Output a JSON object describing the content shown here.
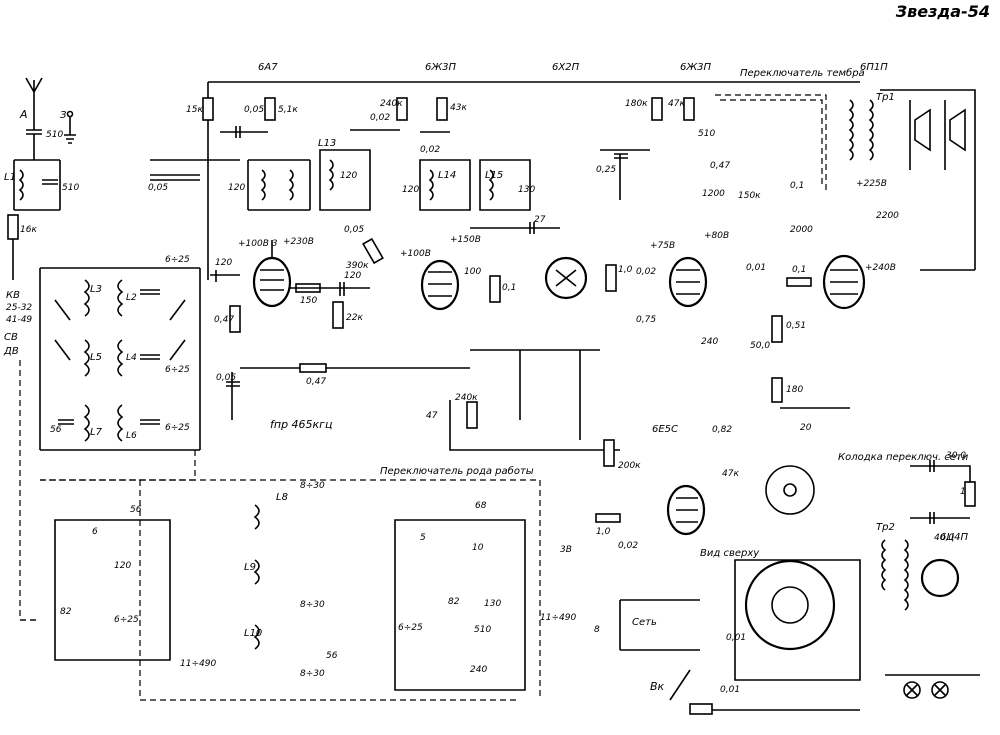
{
  "title": "Звезда-54",
  "tubes": [
    "6А7",
    "6Ж3П",
    "6Х2П",
    "6Ж3П",
    "6П1П",
    "6Е5С",
    "6Ц4П"
  ],
  "labels": {
    "antenna": "А",
    "ground": "З",
    "bands_kv": "КВ",
    "bands_kv_range1": "25-32",
    "bands_kv_range2": "41-49",
    "bands_sv": "СВ",
    "bands_dv": "ДВ",
    "if_freq": "fпр 465кгц",
    "tone_switch": "Переключатель тембра",
    "mode_switch": "Переключатель рода работы",
    "mains_block": "Колодка переключ. сети",
    "top_view": "Вид сверху",
    "mains": "Сеть",
    "switch": "Вк",
    "tr1": "Тр1",
    "tr2": "Тр2"
  },
  "values": {
    "c510a": "510",
    "c510b": "510",
    "r16k": "16к",
    "r15k": "15к",
    "c005a": "0,05",
    "r51k": "5,1к",
    "c120a": "120",
    "c120b": "120",
    "c0302": "+230В",
    "c120c": "120",
    "v100": "+100В 3",
    "r150": "150",
    "r22k": "22к",
    "c120d": "120",
    "c005b": "0,05",
    "r390k": "390к",
    "r047a": "0,47",
    "c005c": "0,05",
    "r047b": "0,47",
    "r240k": "240к",
    "c002a": "0,02",
    "r43k": "43к",
    "c002b": "0,02",
    "c120e": "120",
    "c130": "130",
    "v100b": "+100В",
    "v150": "+150В",
    "c27": "27",
    "c100": "100",
    "r01a": "0,1",
    "r180k": "180к",
    "r47k": "47к",
    "c510c": "510",
    "c025": "0,25",
    "r047c": "0,47",
    "r01b": "0,1",
    "c1200": "1200",
    "r150k": "150к",
    "c2000": "2000",
    "v75": "+75В",
    "v80": "+80В",
    "r10a": "1,0",
    "c002c": "0,02",
    "r075": "0,75",
    "r240": "240",
    "c500": "50,0",
    "r051": "0,51",
    "c001": "0,01",
    "r01c": "0,1",
    "v240": "+240В",
    "v225": "+225В",
    "c2200": "2200",
    "r180": "180",
    "r20": "20",
    "c47": "47",
    "r240kb": "240к",
    "r200k": "200к",
    "c082": "0,82",
    "r47kb": "47к",
    "r10b": "1,0",
    "c002d": "0,02",
    "c300": "30,0",
    "r1k": "1к",
    "c400": "40,0",
    "c001b": "0,01",
    "c001c": "0,01",
    "c56a": "56",
    "c6a": "6",
    "c120f": "120",
    "c82a": "82",
    "c625a": "6÷25",
    "c11490a": "11÷490",
    "c830a": "8÷30",
    "c830b": "8÷30",
    "c830c": "8÷30",
    "c56b": "56",
    "c68": "68",
    "c5": "5",
    "c10": "10",
    "c82b": "82",
    "c130b": "130",
    "c625b": "6÷25",
    "c510d": "510",
    "c240": "240",
    "c11490b": "11÷490",
    "c8": "8",
    "c625c": "6÷25",
    "c625d": "6÷25",
    "c625e": "6÷25",
    "c56c": "56",
    "l1": "L1",
    "l3": "L3",
    "l5": "L5",
    "l7": "L7",
    "l2": "L2",
    "l4": "L4",
    "l6": "L6",
    "l8": "L8",
    "l9": "L9",
    "l10": "L10",
    "l13": "L13",
    "l14": "L14",
    "l15": "L15",
    "r20b": "3В"
  }
}
